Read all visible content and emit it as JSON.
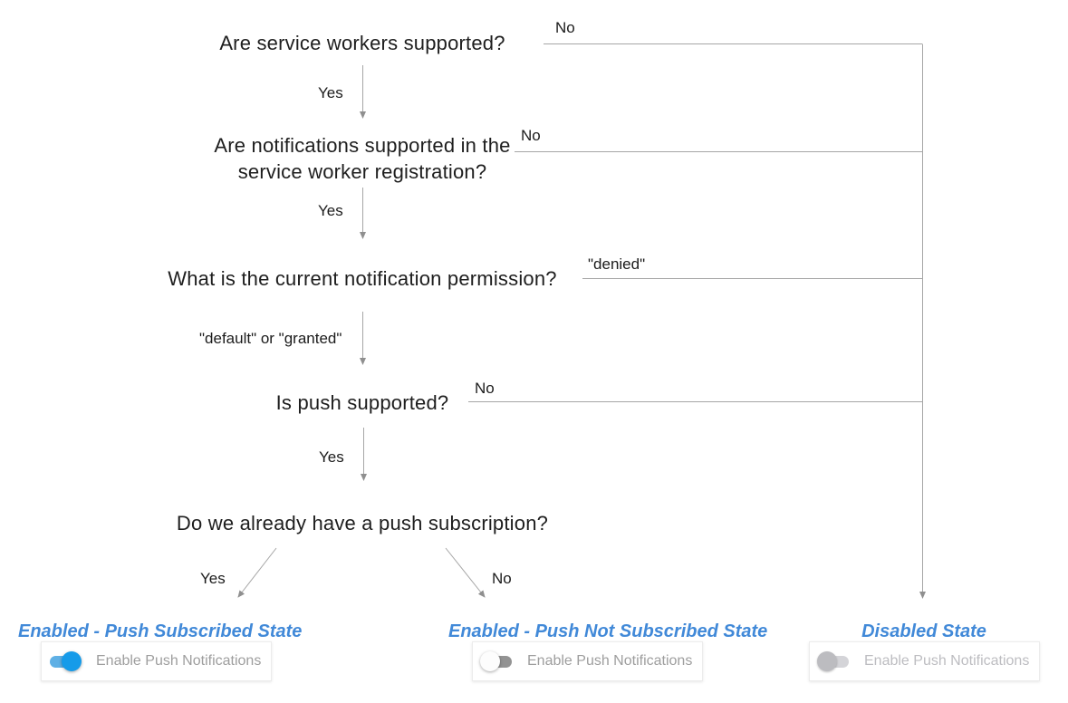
{
  "flow": {
    "questions": [
      {
        "text": "Are service workers supported?"
      },
      {
        "text": "Are notifications supported in the service worker registration?"
      },
      {
        "text": "What is the current notification permission?"
      },
      {
        "text": "Is push supported?"
      },
      {
        "text": "Do we already have a push subscription?"
      }
    ],
    "edge_labels": {
      "q1_no": "No",
      "q1_yes": "Yes",
      "q2_no": "No",
      "q2_yes": "Yes",
      "q3_denied": "\"denied\"",
      "q3_default_or_granted": "\"default\" or \"granted\"",
      "q4_no": "No",
      "q4_yes": "Yes",
      "q5_yes": "Yes",
      "q5_no": "No"
    }
  },
  "states": [
    {
      "title": "Enabled - Push Subscribed State",
      "toggle_label": "Enable Push Notifications",
      "toggle_state": "on"
    },
    {
      "title": "Enabled - Push Not Subscribed State",
      "toggle_label": "Enable Push Notifications",
      "toggle_state": "off"
    },
    {
      "title": "Disabled State",
      "toggle_label": "Enable Push Notifications",
      "toggle_state": "disabled"
    }
  ],
  "colors": {
    "background": "#ffffff",
    "connector_line": "#a6a6a6",
    "question_text": "#1e1e1e",
    "state_title": "#4189d8",
    "toggle_on_knob": "#169be9",
    "toggle_on_track": "#5fb0e5",
    "toggle_off_knob": "#fdfdfd",
    "toggle_off_track": "#939393",
    "toggle_disabled_knob": "#bcbcc0",
    "toggle_disabled_track": "#d4d4d8",
    "card_label": "#9e9e9e",
    "card_label_disabled": "#bdbdc1"
  }
}
